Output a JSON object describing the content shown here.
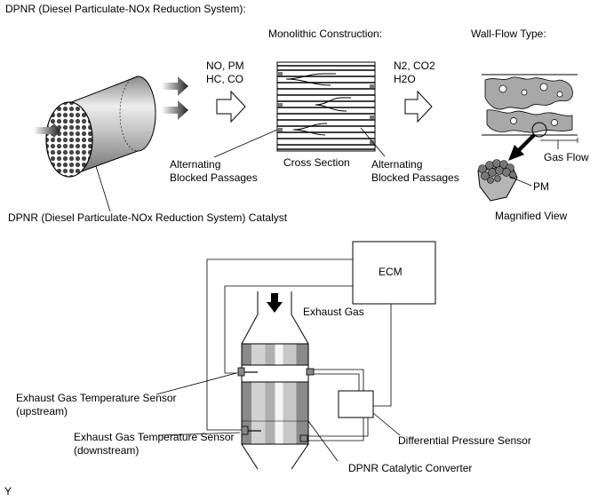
{
  "header": {
    "title": "DPNR (Diesel Particulate-NOx Reduction System):"
  },
  "top": {
    "monolithic_title": "Monolithic Construction:",
    "wallflow_title": "Wall-Flow Type:",
    "inlet_gases": [
      "NO, PM",
      "HC, CO"
    ],
    "outlet_gases": [
      "N2, CO2",
      "H2O"
    ],
    "cross_section": "Cross Section",
    "alt_left": [
      "Alternating",
      "Blocked Passages"
    ],
    "alt_right": [
      "Alternating",
      "Blocked Passages"
    ],
    "gas_flow": "Gas Flow",
    "pm": "PM",
    "magnified": "Magnified View",
    "catalyst": "DPNR (Diesel Particulate-NOx Reduction System) Catalyst"
  },
  "bottom": {
    "ecm": "ECM",
    "exhaust_gas": "Exhaust Gas",
    "temp_up": [
      "Exhaust Gas Temperature Sensor",
      "(upstream)"
    ],
    "temp_down": [
      "Exhaust Gas Temperature Sensor",
      "(downstream)"
    ],
    "diff_sensor": "Differential Pressure Sensor",
    "converter": "DPNR Catalytic Converter"
  },
  "footer": {
    "code": "Y"
  }
}
